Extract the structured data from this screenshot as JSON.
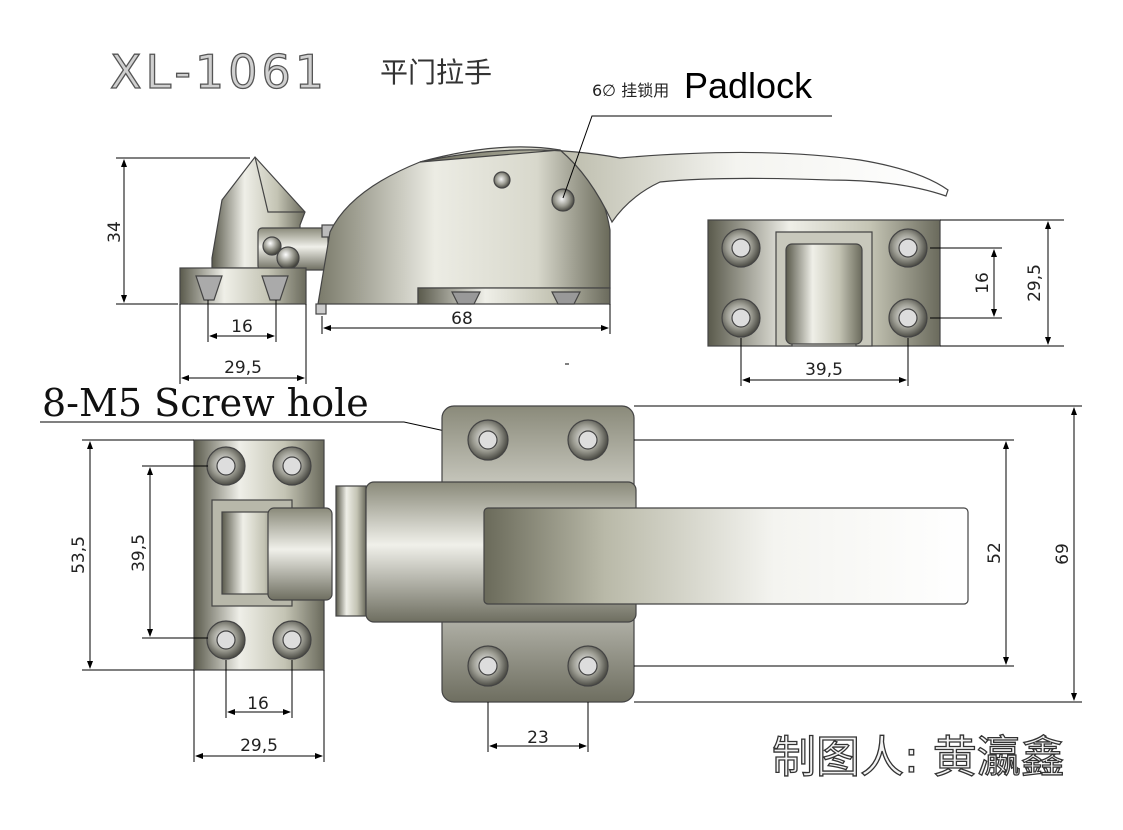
{
  "title": {
    "model": "XL-1061",
    "name_cn": "平门拉手"
  },
  "padlock_note": {
    "prefix": "6∅ 挂锁用",
    "label": "Padlock"
  },
  "screw_note": "8-M5 Screw hole",
  "author": "制图人: 黄瀛鑫",
  "dimensions": {
    "side_height": "34",
    "side_16": "16",
    "side_29_5": "29,5",
    "side_68": "68",
    "end_16": "16",
    "end_29_5": "29,5",
    "end_39_5": "39,5",
    "plan_53_5": "53,5",
    "plan_39_5": "39,5",
    "plan_16": "16",
    "plan_29_5": "29,5",
    "plan_23": "23",
    "plan_52": "52",
    "plan_69": "69"
  }
}
